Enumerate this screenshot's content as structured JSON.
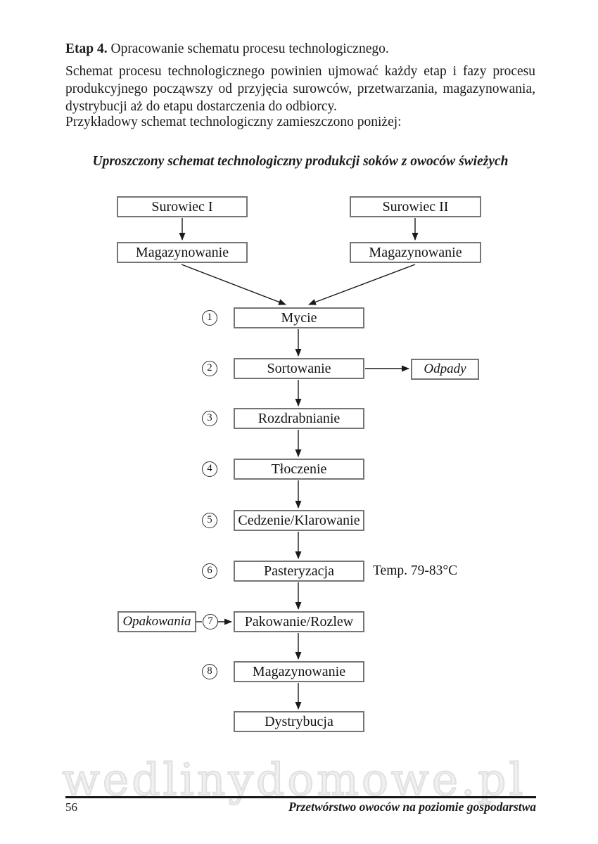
{
  "page": {
    "heading": {
      "bold": "Etap 4.",
      "text": " Opracowanie schematu procesu technologicznego."
    },
    "paragraph": "Schemat procesu technologicznego powinien ujmować każdy etap i fazy procesu produkcyjnego począwszy od przyjęcia surowców, przetwarzania, magazynowania, dystrybucji aż do etapu dostarczenia do odbiorcy.",
    "intro": "Przykładowy schemat technologiczny zamieszczono poniżej:",
    "watermark": "wedlinydomowe.pl",
    "footer": {
      "page_number": "56",
      "book_title": "Przetwórstwo owoców na poziomie gospodarstwa"
    }
  },
  "diagram": {
    "title": "Uproszczony schemat technologiczny produkcji soków z owoców świeżych",
    "inputs": [
      {
        "source": "Surowiec I",
        "storage": "Magazynowanie"
      },
      {
        "source": "Surowiec II",
        "storage": "Magazynowanie"
      }
    ],
    "steps": [
      {
        "num": "1",
        "label": "Mycie"
      },
      {
        "num": "2",
        "label": "Sortowanie"
      },
      {
        "num": "3",
        "label": "Rozdrabnianie"
      },
      {
        "num": "4",
        "label": "Tłoczenie"
      },
      {
        "num": "5",
        "label": "Cedzenie/Klarowanie"
      },
      {
        "num": "6",
        "label": "Pasteryzacja"
      },
      {
        "num": "7",
        "label": "Pakowanie/Rozlew"
      },
      {
        "num": "8",
        "label": "Magazynowanie"
      }
    ],
    "final_step": "Dystrybucja",
    "waste": "Odpady",
    "packaging": "Opakowania",
    "pasteurization_note": "Temp. 79-83°C",
    "colors": {
      "box_border": "#757575",
      "arrow": "#1a1a1a",
      "watermark": "#f0f0f0"
    }
  }
}
